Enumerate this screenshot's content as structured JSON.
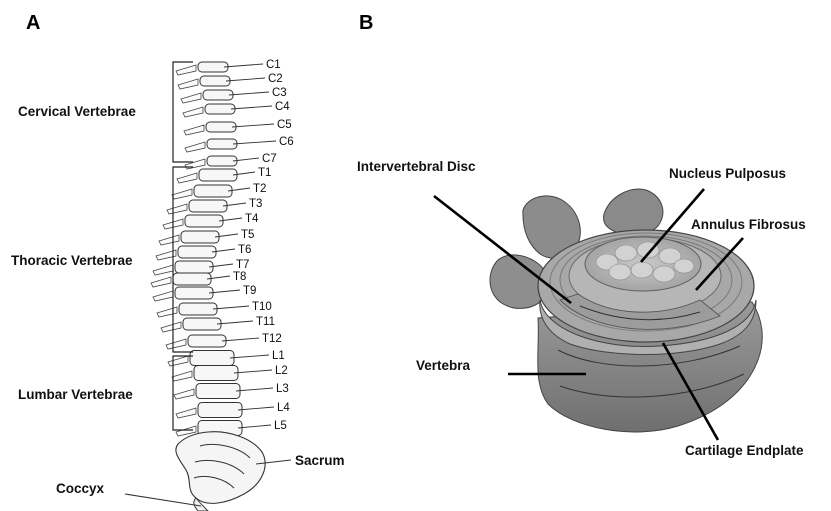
{
  "panels": {
    "a": "A",
    "b": "B"
  },
  "spine": {
    "regions": {
      "cervical": "Cervical Vertebrae",
      "thoracic": "Thoracic Vertebrae",
      "lumbar": "Lumbar Vertebrae"
    },
    "sacrum": "Sacrum",
    "coccyx": "Coccyx",
    "vertebrae": [
      "C1",
      "C2",
      "C3",
      "C4",
      "C5",
      "C6",
      "C7",
      "T1",
      "T2",
      "T3",
      "T4",
      "T5",
      "T6",
      "T7",
      "T8",
      "T9",
      "T10",
      "T11",
      "T12",
      "L1",
      "L2",
      "L3",
      "L4",
      "L5"
    ]
  },
  "disc": {
    "intervertebral_disc": "Intervertebral Disc",
    "nucleus_pulposus": "Nucleus Pulposus",
    "annulus_fibrosus": "Annulus Fibrosus",
    "vertebra": "Vertebra",
    "cartilage_endplate": "Cartilage Endplate"
  }
}
